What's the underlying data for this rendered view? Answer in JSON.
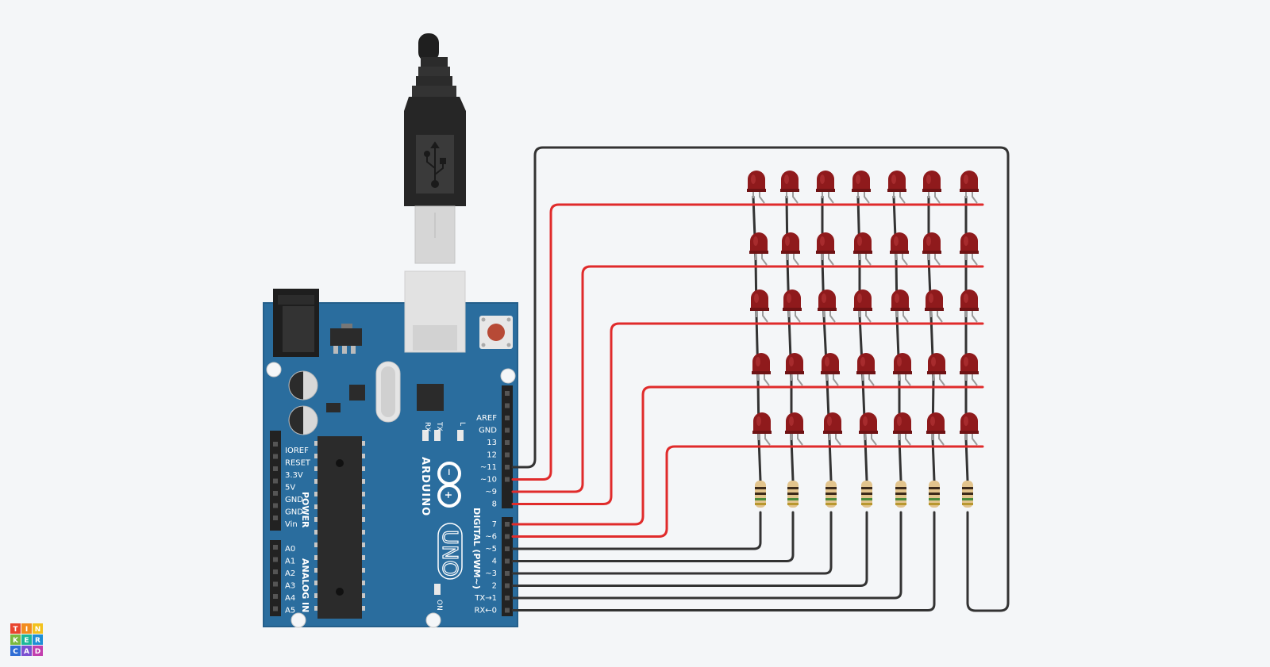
{
  "board": {
    "brand": "ARDUINO",
    "model": "UNO",
    "section_power": "POWER",
    "section_analog": "ANALOG IN",
    "section_digital": "DIGITAL (PWM~)",
    "led_rx": "RX",
    "led_tx": "TX",
    "led_l": "L",
    "led_on": "ON",
    "power_pins": [
      "IOREF",
      "RESET",
      "3.3V",
      "5V",
      "GND",
      "GND",
      "Vin"
    ],
    "analog_pins": [
      "A0",
      "A1",
      "A2",
      "A3",
      "A4",
      "A5"
    ],
    "digital_top_pins": [
      "AREF",
      "GND",
      "13",
      "12",
      "~11",
      "~10",
      "~9",
      "8"
    ],
    "digital_bottom_pins": [
      "7",
      "~6",
      "~5",
      "4",
      "~3",
      "2",
      "TX→1",
      "RX←0"
    ]
  },
  "matrix": {
    "rows": 5,
    "cols": 7,
    "led_color": "#8f1a1c",
    "row_wire_color": "#e02b2b",
    "col_wire_color": "#333333"
  },
  "logo": {
    "letters": [
      "T",
      "I",
      "N",
      "K",
      "E",
      "R",
      "C",
      "A",
      "D"
    ],
    "colors": [
      "#e8442e",
      "#f28c1e",
      "#f2c21e",
      "#7ab93f",
      "#1db89a",
      "#1f8fd6",
      "#2f6dd4",
      "#7b4fd1",
      "#c23fae"
    ]
  }
}
